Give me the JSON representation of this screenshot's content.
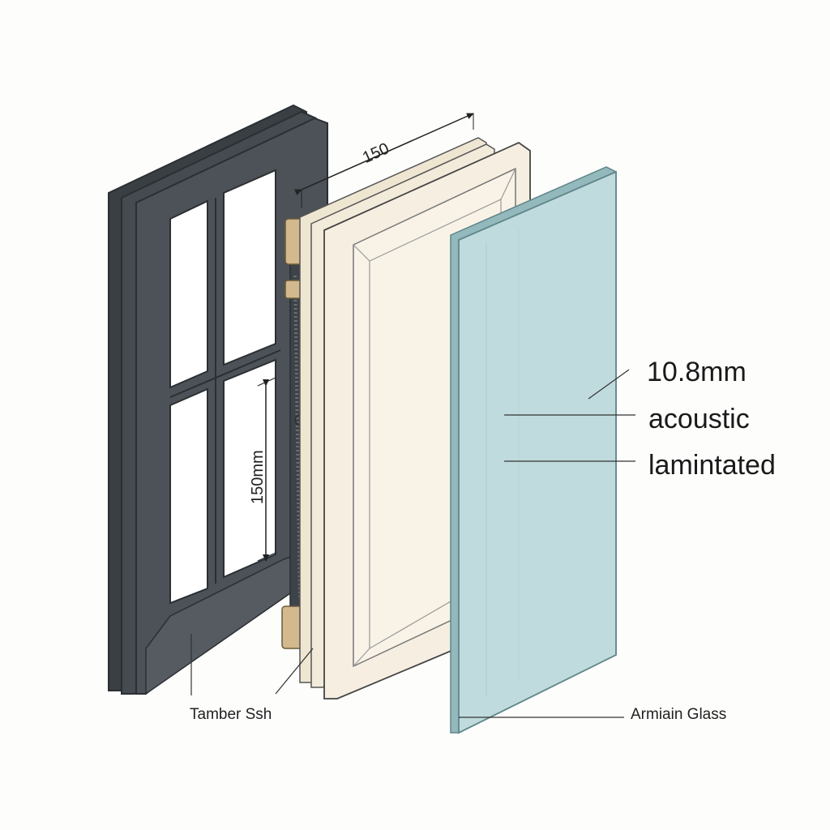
{
  "labels": {
    "dimension_top": "150",
    "dimension_side": "150mm",
    "spec_line1": "10.8mm",
    "spec_line2": "acoustic",
    "spec_line3": "lamintated",
    "sash_label": "Tamber Ssh",
    "glass_label": "Armiain Glass"
  },
  "colors": {
    "sash_frame": "#4c5257",
    "sash_frame_dark": "#3a3f44",
    "sash_edge": "#2b2f33",
    "panel_cream": "#f6efe1",
    "panel_cream_shade": "#ebe2cf",
    "glass_face": "#c5dfe0",
    "glass_edge": "#93b9bd",
    "gasket_brass": "#d2b98e",
    "line": "#333333"
  }
}
